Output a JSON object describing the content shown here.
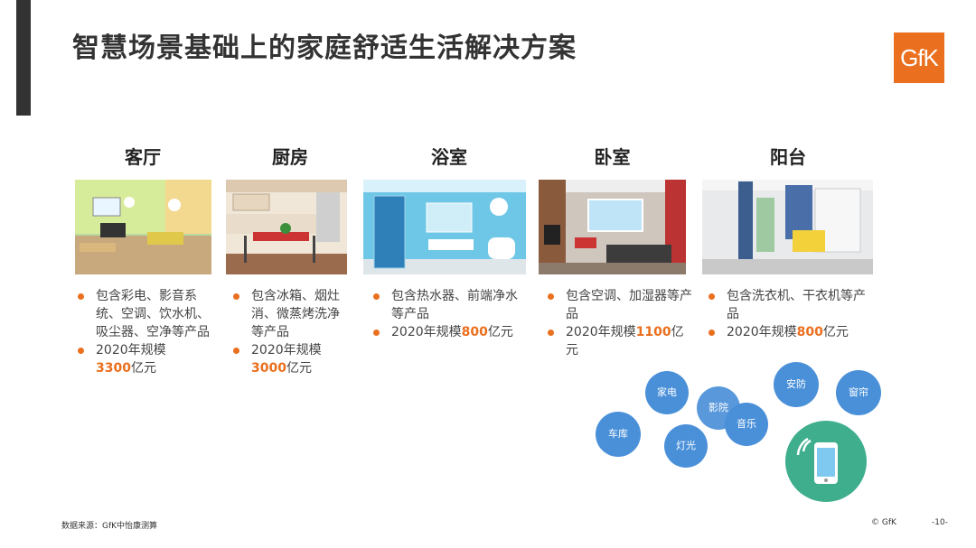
{
  "title": "智慧场景基础上的家庭舒适生活解决方案",
  "logo_text": "GfK",
  "brand_color": "#ea6f1e",
  "scenes": [
    {
      "name": "客厅",
      "bullets": [
        {
          "text": "包含彩电、影音系统、空调、饮水机、吸尘器、空净等产品"
        },
        {
          "pre": "2020年规模",
          "value": "3300",
          "unit": "亿元"
        }
      ]
    },
    {
      "name": "厨房",
      "bullets": [
        {
          "text": "包含冰箱、烟灶消、微蒸烤洗净等产品"
        },
        {
          "pre": "2020年规模",
          "value": "3000",
          "unit": "亿元"
        }
      ]
    },
    {
      "name": "浴室",
      "bullets": [
        {
          "text": "包含热水器、前端净水等产品"
        },
        {
          "pre": "2020年规模",
          "value": "800",
          "unit": "亿元"
        }
      ]
    },
    {
      "name": "卧室",
      "bullets": [
        {
          "text": "包含空调、加湿器等产品"
        },
        {
          "pre": "2020年规模",
          "value": "1100",
          "unit": "亿元"
        }
      ]
    },
    {
      "name": "阳台",
      "bullets": [
        {
          "text": "包含洗衣机、干衣机等产品"
        },
        {
          "pre": "2020年规模",
          "value": "800",
          "unit": "亿元"
        }
      ]
    }
  ],
  "bubbles": [
    "家电",
    "影院",
    "音乐",
    "安防",
    "窗帘",
    "车库",
    "灯光"
  ],
  "phone_icon": "smartphone-wifi-icon",
  "footer": {
    "source": "数据来源：GfK中怡康测算",
    "copyright": "© GfK",
    "page": "-10-"
  }
}
